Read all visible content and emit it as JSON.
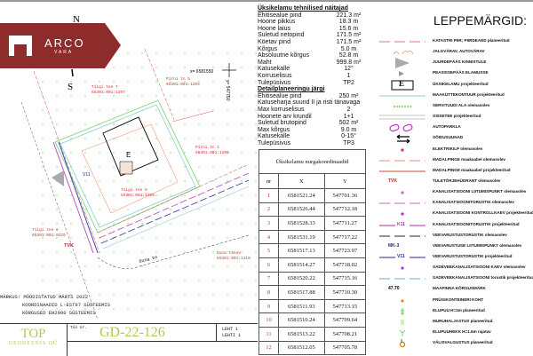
{
  "brand": {
    "name": "ARCO",
    "sub": "VARA",
    "color": "#8e2c2c"
  },
  "plan": {
    "north": "N",
    "south": "S",
    "coord_x": "x= 6581550",
    "coord_y": "y= 547750",
    "parcels": [
      {
        "name": "Tiigi tee 7",
        "code": "65301:001:1207"
      },
      {
        "name": "Pirni tn 5",
        "code": "65301:001:1204"
      },
      {
        "name": "Pirni tn 1",
        "code": "65301:001:1205"
      },
      {
        "name": "Tiigi tee 9",
        "code": "65301:001:1206"
      },
      {
        "name": "Tiigi tee 6",
        "code": "65301:001:0225"
      },
      {
        "name": "Duna tänav",
        "code": "65301:001:1119"
      }
    ],
    "street": "Duna tn",
    "tvk": "TVK",
    "v11": "V11",
    "house": "E"
  },
  "notes": [
    "MÄRKUS: MÕÕDISTATUD MÄRTS 2022",
    "KOORDINAADID L-EST97 SÜSTEEMIS",
    "KÕRGUSED EH2000 SÜSTEEMIS"
  ],
  "title_block": {
    "company": "TOP",
    "company_sub": "GEODEESIA OÜ",
    "work_label": "Töö nr.",
    "work_no": "GD-22-126",
    "sheet": "LEHT 1",
    "sheets": "LEHTI 1"
  },
  "specs": {
    "title": "Üksikelamu tehnilised näitajad",
    "rows": [
      [
        "Ehitisealue pind",
        "221.3 m²"
      ],
      [
        "Hoone pikkus",
        "18.3 m"
      ],
      [
        "Hoone laius",
        "15.6 m"
      ],
      [
        "Suletud netopind",
        "171.5 m²"
      ],
      [
        "Köetav pind",
        "171.5 m²"
      ],
      [
        "Kõrgus",
        "5.0 m"
      ],
      [
        "Absoluutne kõrgus",
        "52.8 m"
      ],
      [
        "Maht",
        "999.8 m³"
      ],
      [
        "Katusekalle",
        "12°"
      ],
      [
        "Korruselisus",
        "1"
      ],
      [
        "Tulepüsivus",
        "TP2"
      ]
    ],
    "detail_title": "Detailplaneeringu järgi",
    "detail_rows": [
      [
        "Ehitisealue pind",
        "250 m²"
      ],
      [
        "Katuseharja suund II ja risti tänavaga",
        ""
      ],
      [
        "Max korruselisus",
        "2"
      ],
      [
        "Hoonete arv krundil",
        "1+1"
      ],
      [
        "Suletud brutopind",
        "502 m²"
      ],
      [
        "Max kõrgus",
        "9.0 m"
      ],
      [
        "Katusekalle",
        "0-15°"
      ],
      [
        "Tulepüsivus",
        "TP3"
      ]
    ]
  },
  "coords": {
    "title": "Üksikelamu nurgakoordinaadid",
    "headers": [
      "nr",
      "X",
      "Y"
    ],
    "rows": [
      [
        "1",
        "6581521.24",
        "547701.36"
      ],
      [
        "2",
        "6581526.44",
        "547712.18"
      ],
      [
        "3",
        "6581528.33",
        "547711.27"
      ],
      [
        "4",
        "6581531.19",
        "547717.22"
      ],
      [
        "5",
        "6581517.13",
        "547723.97"
      ],
      [
        "6",
        "6581514.27",
        "547718.02"
      ],
      [
        "7",
        "6581520.22",
        "547715.16"
      ],
      [
        "8",
        "6581517.88",
        "547710.30"
      ],
      [
        "9",
        "6581511.93",
        "547713.15"
      ],
      [
        "10",
        "6581510.24",
        "547709.64"
      ],
      [
        "11",
        "6581513.22",
        "547708.21"
      ],
      [
        "12",
        "6581512.05",
        "547705.78"
      ]
    ]
  },
  "legend": {
    "title": "LEPPEMÄRGID:",
    "items": [
      {
        "label": "KATASTRI PIIR; PIIRDEAED planeeritud",
        "sym": "dash",
        "color": "#d77"
      },
      {
        "label": "JALGVÄRAV, AUTOVÄRAV",
        "sym": "gate",
        "color": "#d96"
      },
      {
        "label": "JUURDEPÄÄS KINNISTULE",
        "sym": "bigtri",
        "color": "#aaa"
      },
      {
        "label": "PEASISSEPÄÄS ELAMUSSE",
        "sym": "tri",
        "color": "#999"
      },
      {
        "label": "ÜKSIKELAMU projekteeritud",
        "sym": "box",
        "color": "#000",
        "text": "E"
      },
      {
        "label": "MAAKÜTTEKONTUUR projekteeritud",
        "sym": "line",
        "color": "#8cc"
      },
      {
        "label": "SERVITUUDI ALA olemasolev",
        "sym": "short",
        "color": "#6b4"
      },
      {
        "label": "SSISETEE projekteeritud",
        "sym": "dbl",
        "color": "#888"
      },
      {
        "label": "AUTOPARKLA",
        "sym": "park",
        "color": "#c3c"
      },
      {
        "label": "SÕIDUSUUNAD",
        "sym": "arrows",
        "color": "#000"
      },
      {
        "label": "ELEKTRIKILP olemasolev",
        "sym": "dot",
        "color": "#c33"
      },
      {
        "label": "MADALPINGE maakaabel olemasolev",
        "sym": "dash",
        "color": "#e87"
      },
      {
        "label": "MADALPINGE maakaabel projekteeritud",
        "sym": "line",
        "color": "#c44"
      },
      {
        "label": "TULETÕRJEHÜDRANT olemasolev",
        "sym": "text",
        "color": "#c22",
        "text": "TVK"
      },
      {
        "label": "KANALISATSIOONI LIITUMISPUNKT olemasolev",
        "sym": "dot",
        "color": "#c6c"
      },
      {
        "label": "KANALISATSIOONITORUSTIK olemasolev",
        "sym": "dash",
        "color": "#c6c"
      },
      {
        "label": "KANALISATSIOONI KONTROLLKAEV projekteeritud",
        "sym": "dot",
        "color": "#a3a"
      },
      {
        "label": "KANALISATSIOONITORUSTIK projekteeritud",
        "sym": "line",
        "color": "#a3a",
        "text": "K11"
      },
      {
        "label": "VEEVARUSTUSTORUSTIK olemasolev",
        "sym": "dash",
        "color": "#226"
      },
      {
        "label": "VEEVARUSTUSE LIITUMISPUNKT olemasolev",
        "sym": "text",
        "color": "#22a",
        "text": "MK-3"
      },
      {
        "label": "VEEVARUSTUSTORUSTIK projekteeritud",
        "sym": "line",
        "color": "#22a",
        "text": "V11"
      },
      {
        "label": "SADEVEEKANALISATSIOONI KAEV olemasolev",
        "sym": "dot",
        "color": "#a3c"
      },
      {
        "label": "SADEVEEKANALISATSIOONI torustik projekteeritud",
        "sym": "dash",
        "color": "#6ad"
      },
      {
        "label": "MAAPINNA KÕRGUSMÄRK",
        "sym": "text",
        "color": "#000",
        "text": "47.70"
      },
      {
        "label": "PRÜGIKONTEINERI KOHT",
        "sym": "dot",
        "color": "#e80"
      },
      {
        "label": "ELUPUU H=3m planeeritud",
        "sym": "tree",
        "color": "#6c5"
      },
      {
        "label": "MURUHALJASTUS planeeritud",
        "sym": "grass",
        "color": "#8d6"
      },
      {
        "label": "ELUPUUHEKK H=1.5m rajatav",
        "sym": "hedge",
        "color": "#6c5"
      },
      {
        "label": "VÄLISVALGUSTUS planeeritud",
        "sym": "lamp",
        "color": "#d70"
      }
    ]
  }
}
